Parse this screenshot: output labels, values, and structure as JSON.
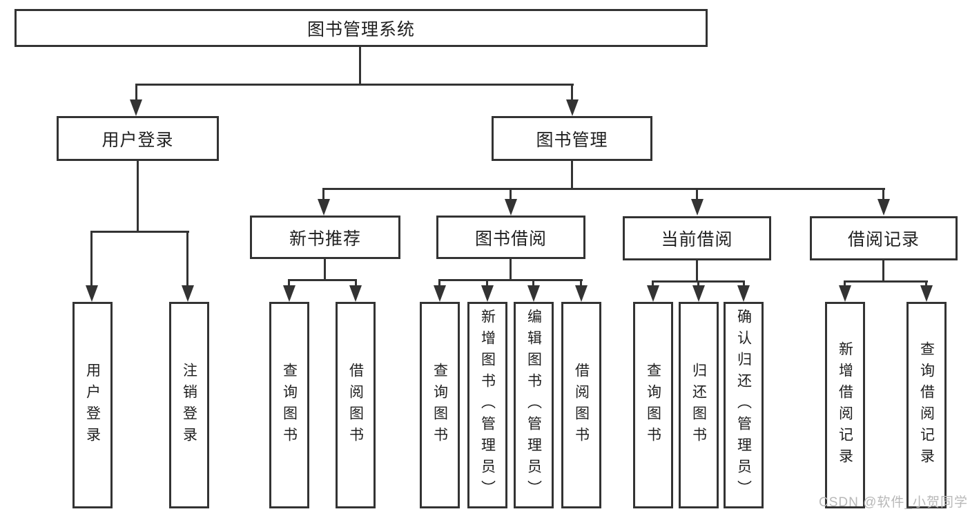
{
  "diagram_type": "hierarchy-chart",
  "tree": {
    "root": {
      "label": "图书管理系统",
      "children": [
        {
          "label": "用户登录",
          "children": [
            {
              "label": "用户登录"
            },
            {
              "label": "注销登录"
            }
          ]
        },
        {
          "label": "图书管理",
          "children": [
            {
              "label": "新书推荐",
              "children": [
                {
                  "label": "查询图书"
                },
                {
                  "label": "借阅图书"
                }
              ]
            },
            {
              "label": "图书借阅",
              "children": [
                {
                  "label": "查询图书"
                },
                {
                  "label": "新增图书（管理员）"
                },
                {
                  "label": "编辑图书（管理员）"
                },
                {
                  "label": "借阅图书"
                }
              ]
            },
            {
              "label": "当前借阅",
              "children": [
                {
                  "label": "查询图书"
                },
                {
                  "label": "归还图书"
                },
                {
                  "label": "确认归还（管理员）"
                }
              ]
            },
            {
              "label": "借阅记录",
              "children": [
                {
                  "label": "新增借阅记录"
                },
                {
                  "label": "查询借阅记录"
                }
              ]
            }
          ]
        }
      ]
    }
  },
  "watermark": {
    "text": "CSDN @软件_小贺同学",
    "color": "#b8b8b8"
  },
  "colors": {
    "line": "#333333",
    "text": "#1f1f1f",
    "background": "#ffffff"
  }
}
